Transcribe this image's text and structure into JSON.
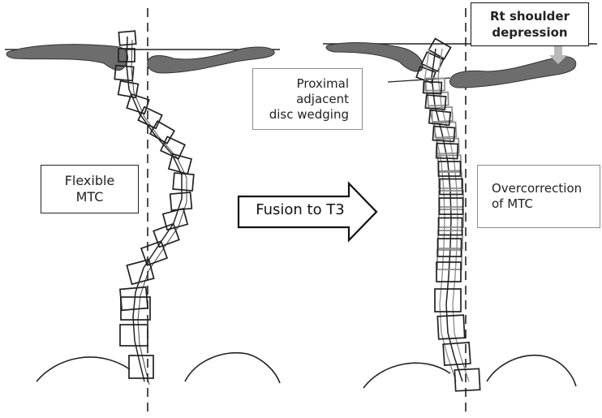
{
  "labels": {
    "flexible_mtc": [
      "Flexible",
      "MTC"
    ],
    "proximal": [
      "Proximal",
      "adjacent",
      "disc wedging"
    ],
    "overcorrection": [
      "Overcorrection",
      "of MTC"
    ],
    "rt_shoulder": [
      "Rt shoulder",
      "depression"
    ],
    "fusion_arrow": "Fusion to T3"
  },
  "colors": {
    "ink": "#1a1a1a",
    "shoulder_fill": "#6d6d6d",
    "gray_box_border": "#8c8c8c",
    "shoulder_arrow": "#b9b9b9"
  }
}
